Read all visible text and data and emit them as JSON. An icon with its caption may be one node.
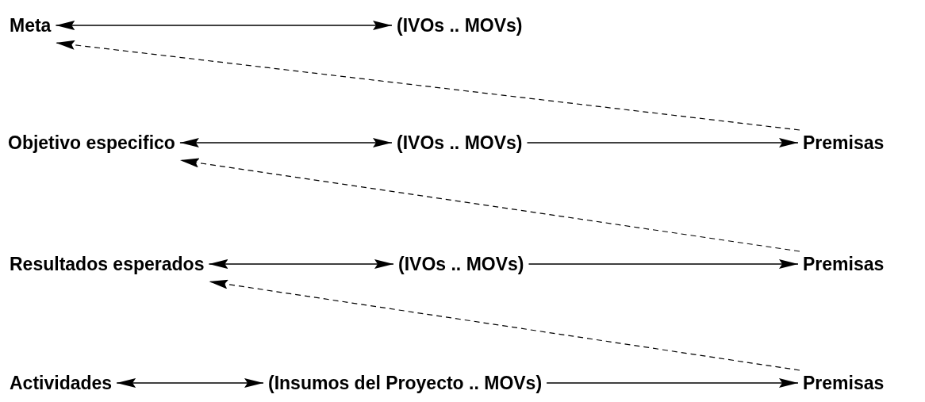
{
  "diagram": {
    "nodes": [
      {
        "text": [
          "Meta"
        ]
      },
      {
        "text": [
          "(IVOs .. MOVs)"
        ]
      },
      {
        "text": [
          "Objetivo especifico"
        ]
      },
      {
        "text": [
          "(IVOs .. MOVs)"
        ]
      },
      {
        "text": [
          "Premisas"
        ]
      },
      {
        "text": [
          "Resultados esperados"
        ]
      },
      {
        "text": [
          "(IVOs .. MOVs)"
        ]
      },
      {
        "text": [
          "Premisas"
        ]
      },
      {
        "text": [
          "Actividades"
        ]
      },
      {
        "text": [
          "(Insumos del Proyecto .. MOVs)"
        ]
      },
      {
        "text": [
          "Premisas"
        ]
      }
    ],
    "edges": [
      {
        "from": 0,
        "to": 1,
        "arrow": "both"
      },
      {
        "from": 4,
        "to": 0,
        "arrow": "to",
        "style": "dashed"
      },
      {
        "from": 2,
        "to": 3,
        "arrow": "both"
      },
      {
        "from": 3,
        "to": 4,
        "arrow": "to"
      },
      {
        "from": 7,
        "to": 2,
        "arrow": "to",
        "style": "dashed"
      },
      {
        "from": 5,
        "to": 6,
        "arrow": "both"
      },
      {
        "from": 6,
        "to": 7,
        "arrow": "to"
      },
      {
        "from": 10,
        "to": 5,
        "arrow": "to",
        "style": "dashed"
      },
      {
        "from": 8,
        "to": 9,
        "arrow": "both"
      },
      {
        "from": 9,
        "to": 10,
        "arrow": "to"
      }
    ]
  }
}
